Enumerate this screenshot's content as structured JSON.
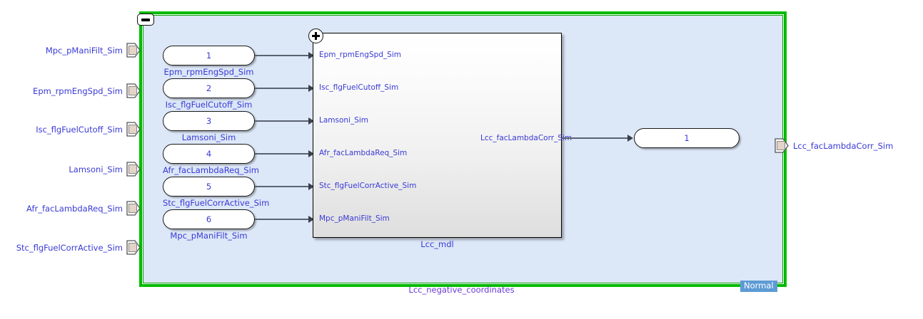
{
  "diagram": {
    "system_caption": "Lcc_negative_coordinates",
    "simulation_mode_badge": "Normal",
    "collapse_icon": "minus-icon",
    "expand_icon": "plus-icon",
    "colors": {
      "canvas_bg": "#dce7f7",
      "frame_green": "#00b300",
      "label_blue": "#3a3ad6",
      "caption_purple": "#6a3ad6",
      "signal_gray": "#5b6270",
      "badge_blue": "#5d9bd5",
      "page_bg": "#ffffff"
    }
  },
  "external_inputs": [
    {
      "label": "Mpc_pManiFilt_Sim"
    },
    {
      "label": "Epm_rpmEngSpd_Sim"
    },
    {
      "label": "Isc_flgFuelCutoff_Sim"
    },
    {
      "label": "Lamsoni_Sim"
    },
    {
      "label": "Afr_facLambdaReq_Sim"
    },
    {
      "label": "Stc_flgFuelCorrActive_Sim"
    }
  ],
  "external_outputs": [
    {
      "label": "Lcc_facLambdaCorr_Sim"
    }
  ],
  "inport_blocks": [
    {
      "number": "1",
      "caption": "Epm_rpmEngSpd_Sim"
    },
    {
      "number": "2",
      "caption": "Isc_flgFuelCutoff_Sim"
    },
    {
      "number": "3",
      "caption": "Lamsoni_Sim"
    },
    {
      "number": "4",
      "caption": "Afr_facLambdaReq_Sim"
    },
    {
      "number": "5",
      "caption": "Stc_flgFuelCorrActive_Sim"
    },
    {
      "number": "6",
      "caption": "Mpc_pManiFilt_Sim"
    }
  ],
  "subsystem": {
    "caption": "Lcc_mdl",
    "input_ports": [
      {
        "label": "Epm_rpmEngSpd_Sim"
      },
      {
        "label": "Isc_flgFuelCutoff_Sim"
      },
      {
        "label": "Lamsoni_Sim"
      },
      {
        "label": "Afr_facLambdaReq_Sim"
      },
      {
        "label": "Stc_flgFuelCorrActive_Sim"
      },
      {
        "label": "Mpc_pManiFilt_Sim"
      }
    ],
    "output_ports": [
      {
        "label": "Lcc_facLambdaCorr_Sim"
      }
    ]
  },
  "outport_blocks": [
    {
      "number": "1"
    }
  ]
}
